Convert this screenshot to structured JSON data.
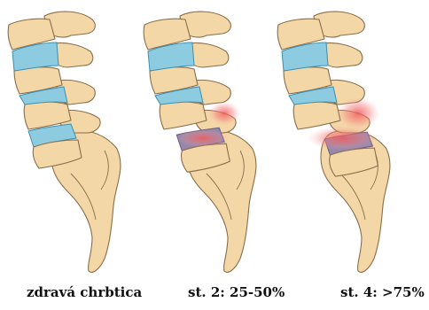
{
  "colors": {
    "bone": "#f4d7a6",
    "bone_outline": "#8a6d4b",
    "disc": "#8ccbe0",
    "disc_outline": "#3b8fb0",
    "slipped_disc": "#9487ab",
    "inflammation": "#f05a5a"
  },
  "panels": [
    {
      "caption": "zdravá chrbtica",
      "slip": 0
    },
    {
      "caption": "st. 2: 25-50%",
      "slip": 0.375
    },
    {
      "caption": "st. 4: >75%",
      "slip": 0.8
    }
  ]
}
